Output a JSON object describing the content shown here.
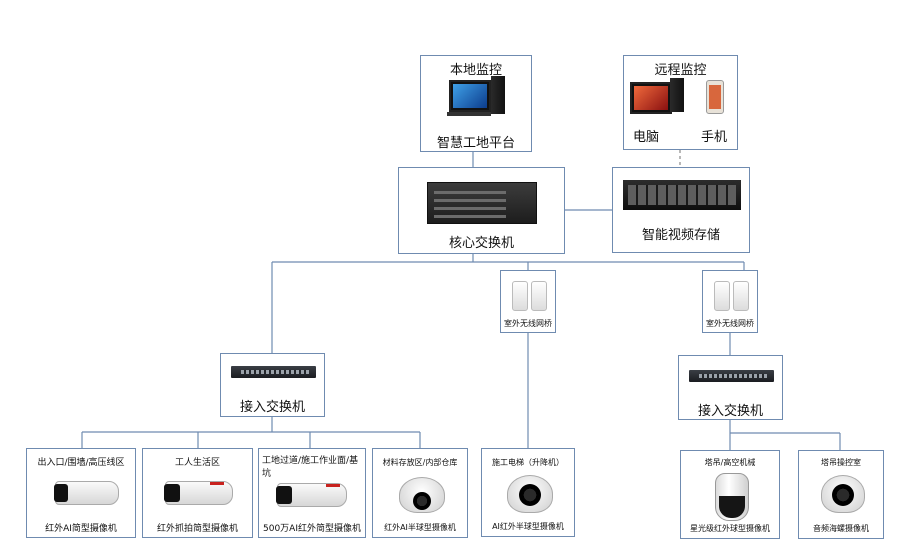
{
  "local_monitor": {
    "title": "本地监控",
    "platform": "智慧工地平台"
  },
  "remote_monitor": {
    "title": "远程监控",
    "pc": "电脑",
    "phone": "手机"
  },
  "core_switch": {
    "label": "核心交换机"
  },
  "video_storage": {
    "label": "智能视频存储"
  },
  "bridge_left": {
    "label": "室外无线网桥"
  },
  "bridge_right": {
    "label": "室外无线网桥"
  },
  "access_switch_left": {
    "label": "接入交换机"
  },
  "access_switch_right": {
    "label": "接入交换机"
  },
  "cameras": [
    {
      "location": "出入口/围墙/高压线区",
      "model": "红外AI简型摄像机"
    },
    {
      "location": "工人生活区",
      "model": "红外抓拍简型摄像机"
    },
    {
      "location": "工地过道/施工作业面/基坑",
      "model": "500万AI红外简型摄像机"
    },
    {
      "location": "材料存放区/内部仓库",
      "model": "红外AI半球型摄像机"
    },
    {
      "location": "施工电梯（升降机）",
      "model": "AI红外半球型摄像机"
    },
    {
      "location": "塔吊/高空机械",
      "model": "星光级红外球型摄像机"
    },
    {
      "location": "塔吊操控室",
      "model": "音频海螺摄像机"
    }
  ],
  "colors": {
    "border": "#6f8bb0",
    "line": "#6f8bb0",
    "dashed_line": "#888888"
  }
}
